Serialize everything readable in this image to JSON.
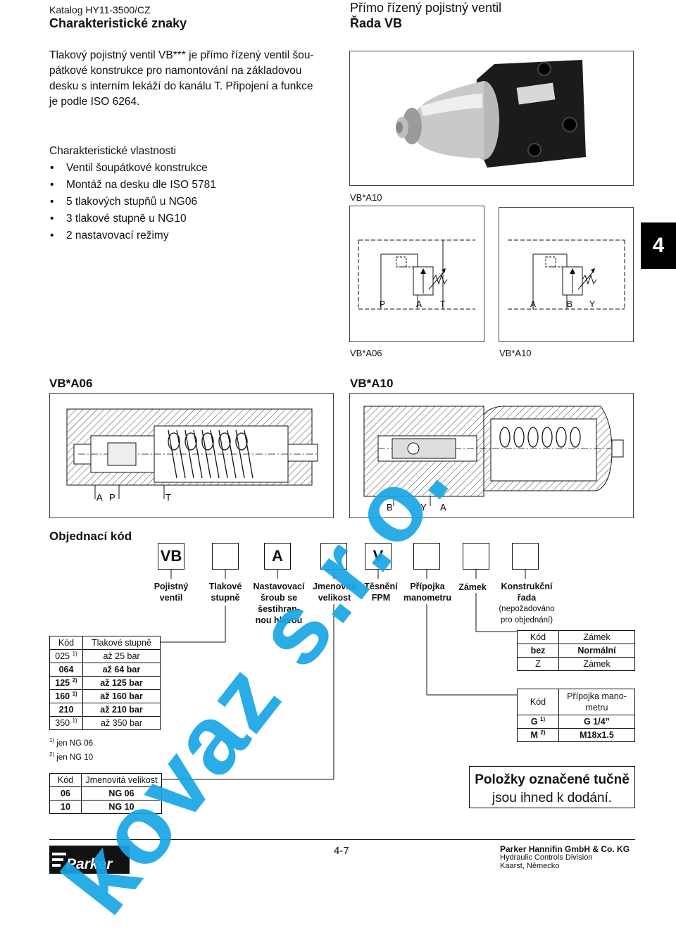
{
  "header": {
    "catalog": "Katalog HY11-3500/CZ",
    "left_title": "Charakteristické znaky",
    "right_top": "Přímo řízený pojistný ventil",
    "right_title": "Řada VB"
  },
  "intro": {
    "lines": [
      "Tlakový pojistný ventil VB*** je přímo řízený ventil šou-",
      "pátkové konstrukce  pro namontování na základovou",
      "desku s interním lekáží  do kanálu T. Připojení a funkce",
      "je podle ISO 6264."
    ]
  },
  "features": {
    "title": "Charakteristické vlastnosti",
    "items": [
      "Ventil šoupátkové konstrukce",
      "Montáž na desku dle ISO 5781",
      "5 tlakových stupňů u NG06",
      "3 tlakové stupně u NG10",
      "2 nastavovací režimy"
    ]
  },
  "side_tab": "4",
  "symbols": {
    "top_caption": "VB*A10",
    "left_caption": "VB*A06",
    "right_caption": "VB*A10",
    "left_ports": [
      "P",
      "A",
      "T"
    ],
    "right_ports": [
      "A",
      "B",
      "Y"
    ]
  },
  "sections": {
    "a06": {
      "title": "VB*A06",
      "ports": [
        "A",
        "P",
        "T"
      ]
    },
    "a10": {
      "title": "VB*A10",
      "ports": [
        "B",
        "Y",
        "A"
      ]
    }
  },
  "order": {
    "title": "Objednací kód",
    "boxes": [
      "VB",
      "",
      "A",
      "",
      "V",
      "",
      "",
      ""
    ],
    "headers": [
      [
        "Pojistný",
        "ventil"
      ],
      [
        "Tlakové",
        "stupně"
      ],
      [
        "Nastavovací",
        "šroub se",
        "šestihran-",
        "nou hlavou"
      ],
      [
        "Jmenovitá",
        "velikost"
      ],
      [
        "Těsnění",
        "FPM"
      ],
      [
        "Přípojka",
        "manometru"
      ],
      [
        "Zámek"
      ],
      [
        "Konstrukční",
        "řada"
      ]
    ],
    "series_note": [
      "(nepožadováno",
      "pro objednání)"
    ]
  },
  "pressure_table": {
    "head": [
      "Kód",
      "Tlakové stupně"
    ],
    "rows": [
      {
        "code": "025",
        "sup": "1)",
        "value": "až 25 bar",
        "bold": false
      },
      {
        "code": "064",
        "sup": "",
        "value": "až 64 bar",
        "bold": true
      },
      {
        "code": "125",
        "sup": "2)",
        "value": "až 125 bar",
        "bold": true
      },
      {
        "code": "160",
        "sup": "1)",
        "value": "až 160 bar",
        "bold": true
      },
      {
        "code": "210",
        "sup": "",
        "value": "až 210 bar",
        "bold": true
      },
      {
        "code": "350",
        "sup": "1)",
        "value": "až 350 bar",
        "bold": false
      }
    ],
    "notes": [
      {
        "sup": "1)",
        "text": " jen NG 06"
      },
      {
        "sup": "2)",
        "text": " jen NG 10"
      }
    ]
  },
  "size_table": {
    "head": [
      "Kód",
      "Jmenovitá velikost"
    ],
    "rows": [
      {
        "code": "06",
        "value": "NG 06"
      },
      {
        "code": "10",
        "value": "NG 10"
      }
    ]
  },
  "lock_table": {
    "head": [
      "Kód",
      "Zámek"
    ],
    "rows": [
      {
        "code": "bez",
        "value": "Normální",
        "bold": true
      },
      {
        "code": "Z",
        "value": "Zámek",
        "bold": false
      }
    ]
  },
  "gauge_table": {
    "head": [
      "Kód",
      "Přípojka mano-",
      "metru"
    ],
    "rows": [
      {
        "code": "G",
        "sup": "1)",
        "value": "G 1/4”"
      },
      {
        "code": "M",
        "sup": "2)",
        "value": "M18x1.5"
      }
    ]
  },
  "availability": [
    "Položky označené tučně",
    "jsou ihned k dodání."
  ],
  "footer": {
    "page": "4-7",
    "logo": "Parker",
    "company": "Parker Hannifin GmbH & Co. KG",
    "division": "Hydraulic Controls Division",
    "city": "Kaarst, Německo"
  },
  "watermark": "kovaz s.r.o.",
  "colors": {
    "watermark": "#19a6e6",
    "ink": "#111111"
  }
}
